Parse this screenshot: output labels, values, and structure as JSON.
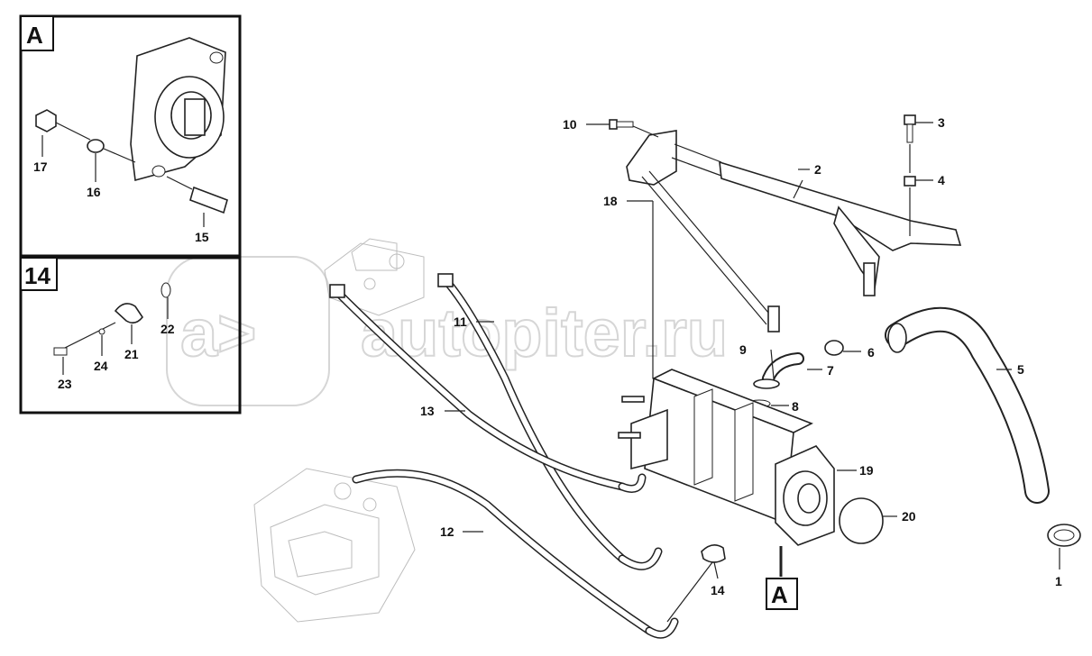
{
  "watermark": {
    "text": "autopiter.ru",
    "logo": "a>"
  },
  "detail_boxes": [
    {
      "letter": "A",
      "callouts": [
        "17",
        "16",
        "15"
      ]
    },
    {
      "letter": "14",
      "callouts": [
        "22",
        "21",
        "23",
        "24"
      ]
    }
  ],
  "main_view_marker": {
    "letter": "A"
  },
  "callouts": {
    "c1": "1",
    "c2": "2",
    "c3": "3",
    "c4": "4",
    "c5": "5",
    "c6": "6",
    "c7": "7",
    "c8": "8",
    "c9": "9",
    "c10": "10",
    "c11": "11",
    "c12": "12",
    "c13": "13",
    "c14": "14",
    "c15": "15",
    "c16": "16",
    "c17": "17",
    "c18": "18",
    "c19": "19",
    "c20": "20",
    "c21": "21",
    "c22": "22",
    "c23": "23",
    "c24": "24"
  },
  "colors": {
    "line": "#222222",
    "watermark": "#d6d6d6",
    "background": "#ffffff"
  }
}
